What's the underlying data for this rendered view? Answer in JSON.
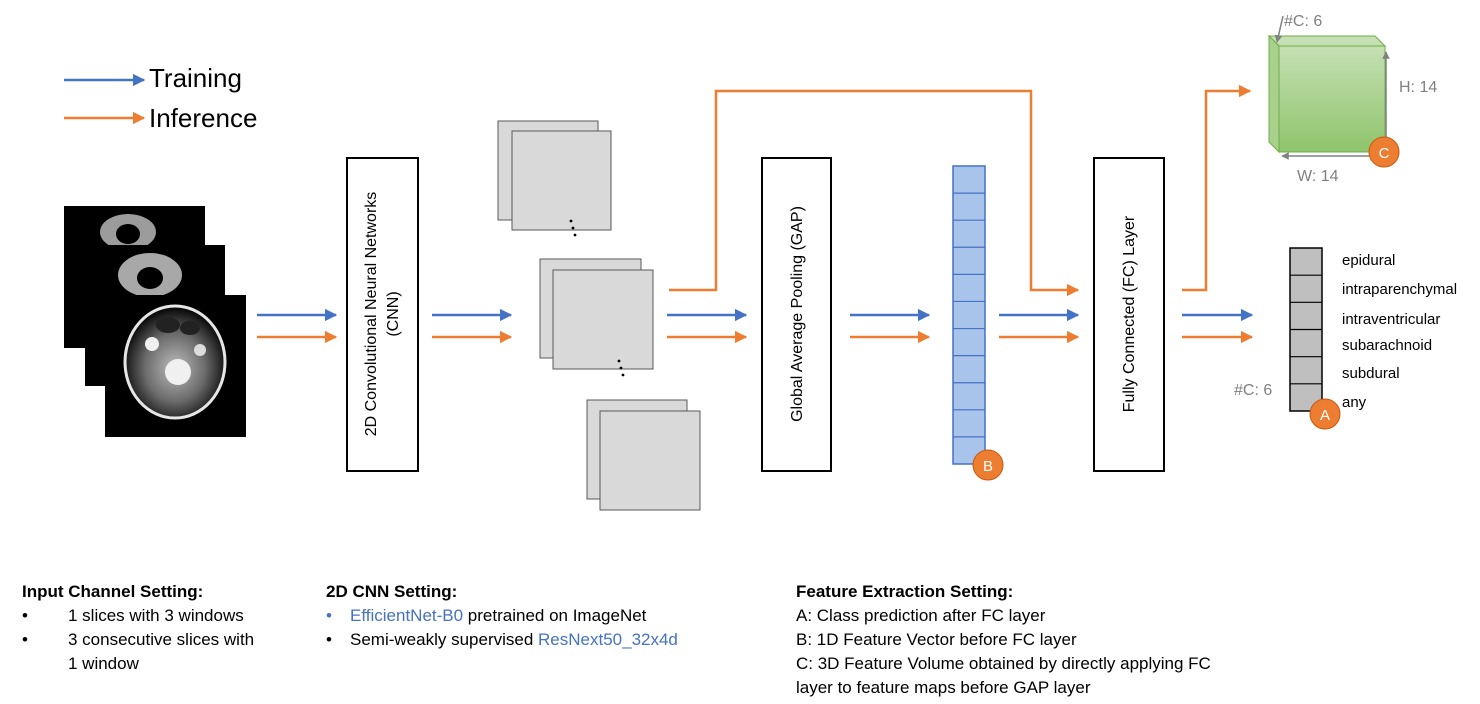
{
  "legend": {
    "training": "Training",
    "inference": "Inference"
  },
  "colors": {
    "training": "#4472c4",
    "inference": "#ed7d31",
    "vector_fill": "#a9c4eb",
    "volume_fill": "#a9d18e",
    "map_fill": "#d9d9d9",
    "class_fill": "#bfbfbf"
  },
  "blocks": {
    "cnn_line1": "2D Convolutional Neural Networks",
    "cnn_line2": "(CNN)",
    "gap": "Global Average Pooling (GAP)",
    "fc": "Fully Connected (FC) Layer"
  },
  "volume": {
    "channels": "#C: 6",
    "height": "H: 14",
    "width": "W: 14",
    "marker": "C"
  },
  "vector": {
    "marker": "B"
  },
  "prediction": {
    "channels": "#C: 6",
    "marker": "A",
    "classes": [
      "epidural",
      "intraparenchymal",
      "intraventricular",
      "subarachnoid",
      "subdural",
      "any"
    ]
  },
  "input_setting": {
    "title": "Input Channel Setting:",
    "bullet": "•",
    "items": [
      "1 slices with 3 windows",
      "3 consecutive slices with",
      "1 window"
    ]
  },
  "cnn_setting": {
    "title": "2D CNN Setting:",
    "bullet": "•",
    "item1_link": "EfficientNet-B0",
    "item1_rest": " pretrained on ImageNet",
    "item2_prefix": "Semi-weakly supervised ",
    "item2_link": "ResNext50_32x4d"
  },
  "feature_setting": {
    "title": "Feature Extraction Setting:",
    "lines": [
      "A: Class prediction after FC layer",
      "B: 1D Feature Vector before FC layer",
      "C: 3D Feature Volume obtained by directly applying FC",
      "layer to feature maps before GAP layer"
    ]
  }
}
